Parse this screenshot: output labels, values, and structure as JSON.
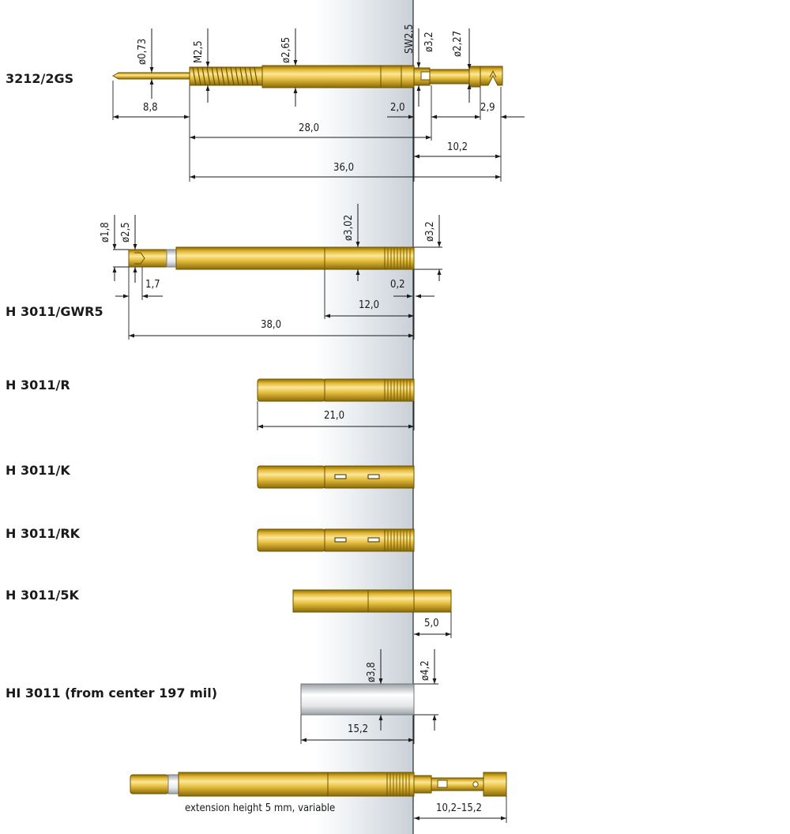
{
  "labels": {
    "p1": "3212/2GS",
    "p2": "H 3011/GWR5",
    "p3": "H 3011/R",
    "p4": "H 3011/K",
    "p5": "H 3011/RK",
    "p6": "H 3011/5K",
    "p7": "HI 3011 (from center 197 mil)"
  },
  "dims": {
    "d073": "ø0,73",
    "m25": "M2,5",
    "d265": "ø2,65",
    "sw25": "SW2,5",
    "d32a": "ø3,2",
    "d227": "ø2,27",
    "l88": "8,8",
    "l20": "2,0",
    "l29": "2,9",
    "l280": "28,0",
    "l102": "10,2",
    "l360": "36,0",
    "d18": "ø1,8",
    "d25": "ø2,5",
    "d302": "ø3,02",
    "d32b": "ø3,2",
    "l17": "1,7",
    "l02": "0,2",
    "l120": "12,0",
    "l380": "38,0",
    "l210": "21,0",
    "l50": "5,0",
    "d38": "ø3,8",
    "d42": "ø4,2",
    "l152": "15,2",
    "l1015": "10,2–15,2"
  },
  "caption": "extension height 5 mm, variable",
  "colors": {
    "gold_light": "#f4d978",
    "gold": "#d8b030",
    "gold_dark": "#9a7a10",
    "plate_gray": "#cfd5dc"
  }
}
